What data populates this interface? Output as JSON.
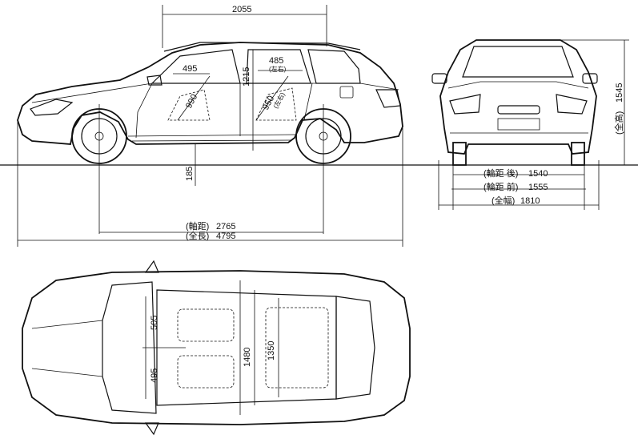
{
  "side_view": {
    "overall_top_width": "2055",
    "front_seat_reach": "495",
    "headroom_height": "1215",
    "rear_seat_reach": "485",
    "rear_seat_reach_note": "(左右)",
    "front_legroom": "990",
    "rear_legroom": "950",
    "rear_legroom_note": "(左右)",
    "ground_clearance": "185",
    "wheelbase_label": "(軸距)",
    "wheelbase_value": "2765",
    "length_label": "(全長)",
    "length_value": "4795"
  },
  "front_view": {
    "height_label": "(全高)",
    "height_value": "1545",
    "rear_track_label": "(輪距 後)",
    "rear_track_value": "1540",
    "front_track_label": "(輪距 前)",
    "front_track_value": "1555",
    "width_label": "(全幅)",
    "width_value": "1810"
  },
  "top_view": {
    "seat_width_upper": "505",
    "seat_width_lower": "495",
    "cabin_width_front": "1480",
    "cabin_width_rear": "1350"
  }
}
